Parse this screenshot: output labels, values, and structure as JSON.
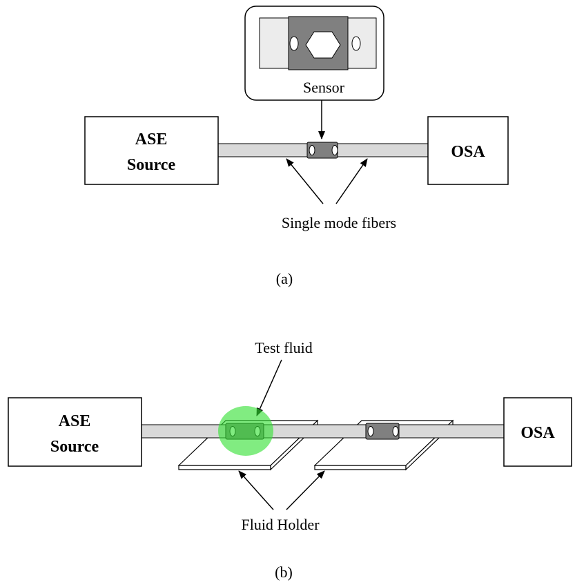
{
  "panel_a": {
    "inset_label": "Sensor",
    "source_line1": "ASE",
    "source_line2": "Source",
    "analyzer": "OSA",
    "fibers_label": "Single mode fibers",
    "caption": "(a)"
  },
  "panel_b": {
    "fluid_label": "Test fluid",
    "source_line1": "ASE",
    "source_line2": "Source",
    "analyzer": "OSA",
    "holder_label": "Fluid Holder",
    "caption": "(b)"
  },
  "colors": {
    "fiber": "#d9d9d9",
    "sensor_body": "#808080",
    "fluid": "#33e033",
    "inset_background": "#ececec"
  }
}
